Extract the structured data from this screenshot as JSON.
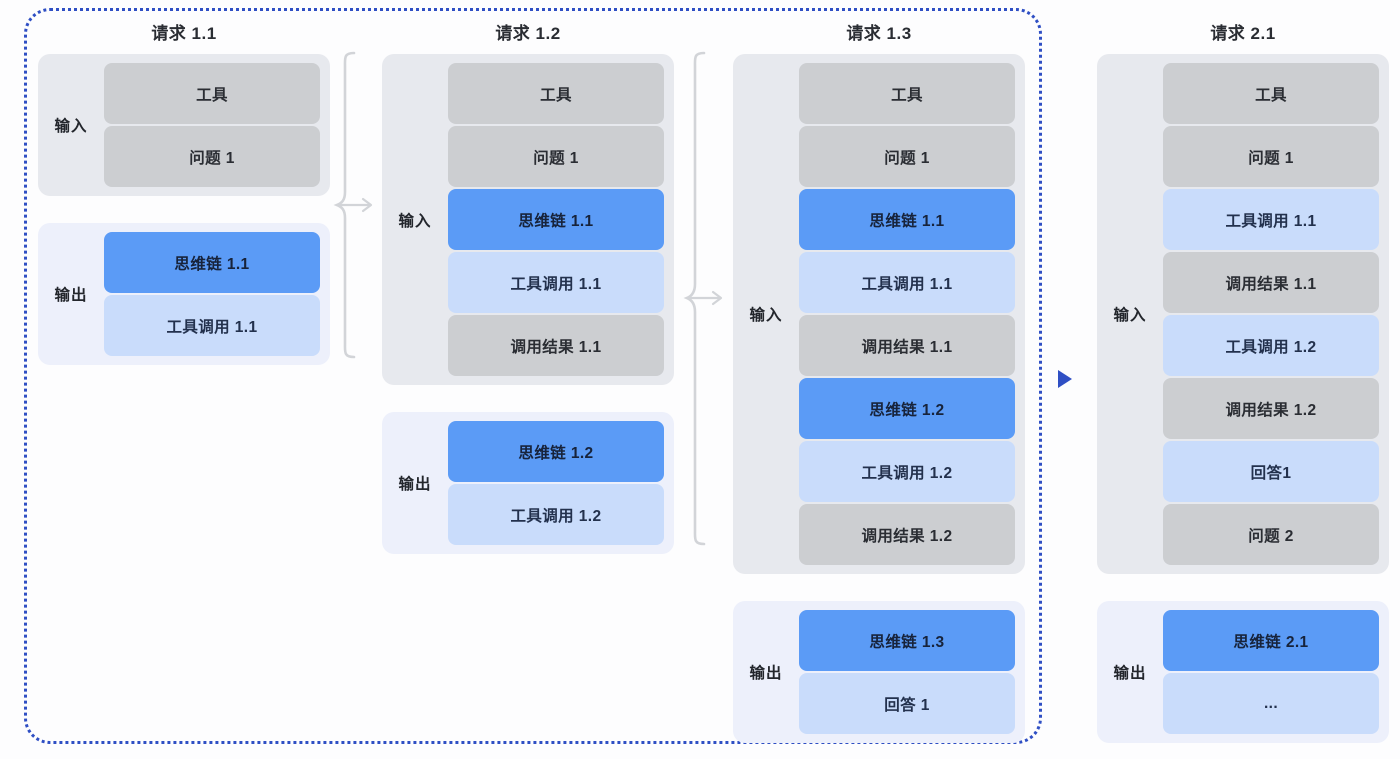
{
  "diagram": {
    "title_text": "",
    "session_boundary_label": "session-1-boundary",
    "colors": {
      "page_background": "#fdfdfe",
      "dashed_border": "#2f4fc4",
      "input_group_bg": "#e7e9ee",
      "output_group_bg": "#edf0fb",
      "row_gray": "#ccced1",
      "row_blue": "#5b9bf6",
      "row_lightblue": "#c9dcfb",
      "brace_gray": "#d2d4d8",
      "arrow_blue": "#2f4fc4"
    },
    "labels": {
      "input": "输入",
      "output": "输出"
    },
    "columns": [
      {
        "title": "请求 1.1",
        "input": {
          "label": "输入",
          "rows": [
            {
              "text": "工具",
              "style": "gray"
            },
            {
              "text": "问题 1",
              "style": "gray"
            }
          ]
        },
        "output": {
          "label": "输出",
          "rows": [
            {
              "text": "思维链 1.1",
              "style": "blue"
            },
            {
              "text": "工具调用 1.1",
              "style": "lightblue"
            }
          ]
        }
      },
      {
        "title": "请求 1.2",
        "input": {
          "label": "输入",
          "rows": [
            {
              "text": "工具",
              "style": "gray"
            },
            {
              "text": "问题 1",
              "style": "gray"
            },
            {
              "text": "思维链 1.1",
              "style": "blue"
            },
            {
              "text": "工具调用 1.1",
              "style": "lightblue"
            },
            {
              "text": "调用结果 1.1",
              "style": "gray"
            }
          ]
        },
        "output": {
          "label": "输出",
          "rows": [
            {
              "text": "思维链 1.2",
              "style": "blue"
            },
            {
              "text": "工具调用 1.2",
              "style": "lightblue"
            }
          ]
        }
      },
      {
        "title": "请求 1.3",
        "input": {
          "label": "输入",
          "rows": [
            {
              "text": "工具",
              "style": "gray"
            },
            {
              "text": "问题 1",
              "style": "gray"
            },
            {
              "text": "思维链 1.1",
              "style": "blue"
            },
            {
              "text": "工具调用 1.1",
              "style": "lightblue"
            },
            {
              "text": "调用结果 1.1",
              "style": "gray"
            },
            {
              "text": "思维链 1.2",
              "style": "blue"
            },
            {
              "text": "工具调用 1.2",
              "style": "lightblue"
            },
            {
              "text": "调用结果 1.2",
              "style": "gray"
            }
          ]
        },
        "output": {
          "label": "输出",
          "rows": [
            {
              "text": "思维链 1.3",
              "style": "blue"
            },
            {
              "text": "回答 1",
              "style": "lightblue"
            }
          ]
        }
      },
      {
        "title": "请求 2.1",
        "input": {
          "label": "输入",
          "rows": [
            {
              "text": "工具",
              "style": "gray"
            },
            {
              "text": "问题 1",
              "style": "gray"
            },
            {
              "text": "工具调用 1.1",
              "style": "lightblue"
            },
            {
              "text": "调用结果 1.1",
              "style": "gray"
            },
            {
              "text": "工具调用 1.2",
              "style": "lightblue"
            },
            {
              "text": "调用结果 1.2",
              "style": "gray"
            },
            {
              "text": "回答1",
              "style": "lightblue"
            },
            {
              "text": "问题 2",
              "style": "gray"
            }
          ]
        },
        "output": {
          "label": "输出",
          "rows": [
            {
              "text": "思维链 2.1",
              "style": "blue"
            },
            {
              "text": "...",
              "style": "lightblue"
            }
          ]
        }
      }
    ],
    "connectors": [
      {
        "name": "brace-col1-to-col2",
        "kind": "curly-brace-arrow"
      },
      {
        "name": "brace-col2-to-col3",
        "kind": "curly-brace-arrow"
      },
      {
        "name": "arrow-session1-to-session2",
        "kind": "blue-triangle-arrow"
      }
    ]
  }
}
